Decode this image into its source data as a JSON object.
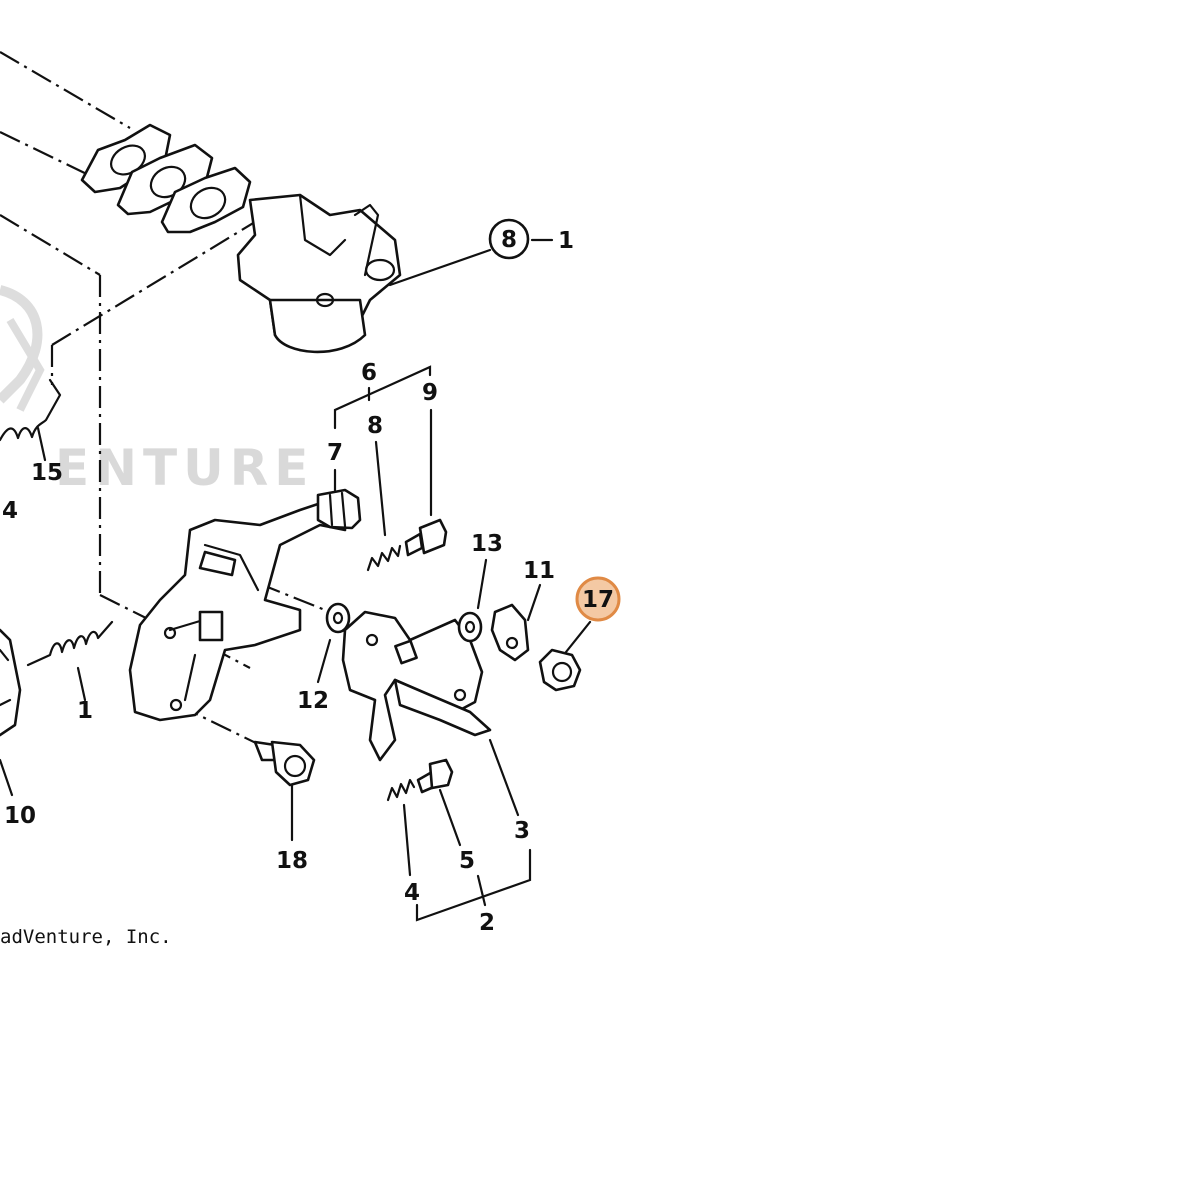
{
  "diagram": {
    "watermark_text": "ENTURE",
    "copyright": "adVenture, Inc.",
    "highlight_color": "#f4c9a4",
    "highlight_stroke": "#e08a45",
    "callouts": {
      "c1": "1",
      "c1b": "1",
      "c2": "2",
      "c3": "3",
      "c4a": "4",
      "c4b": "4",
      "c5": "5",
      "c6": "6",
      "c7": "7",
      "c8a": "8",
      "c8b": "8",
      "c9": "9",
      "c10": "10",
      "c11": "11",
      "c12": "12",
      "c13": "13",
      "c15": "15",
      "c17": "17",
      "c18": "18"
    }
  }
}
